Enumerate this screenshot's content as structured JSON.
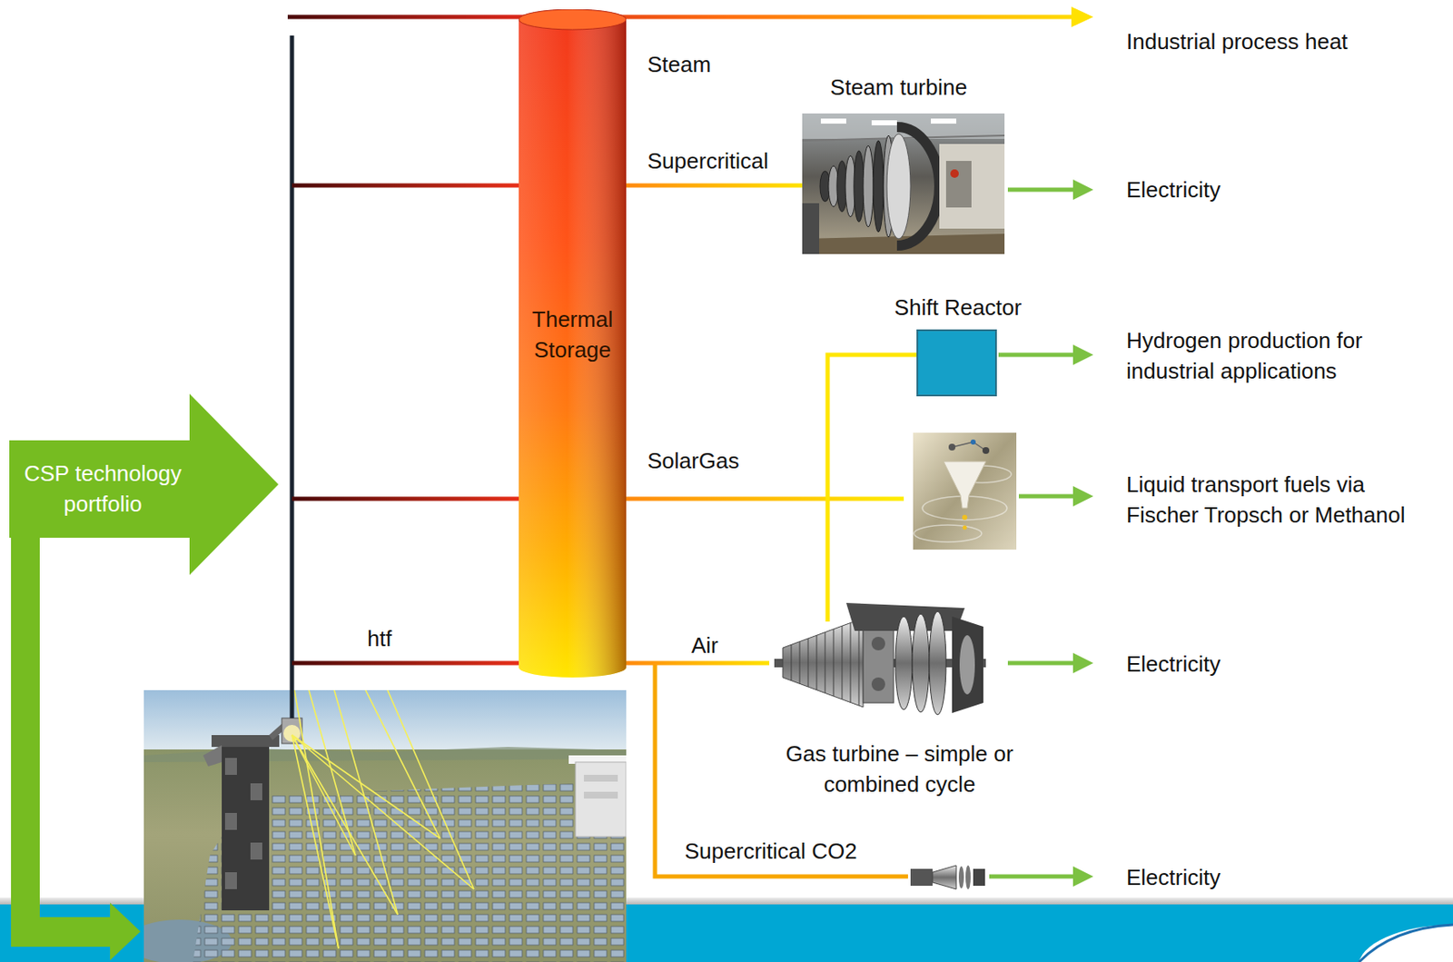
{
  "diagram": {
    "nodes": [
      {
        "text": [
          "CSP technology portfolio"
        ]
      },
      {
        "text": [
          "Thermal Storage"
        ]
      },
      {
        "text": [
          "Steam turbine"
        ]
      },
      {
        "text": [
          "Shift Reactor"
        ]
      },
      {
        "text": [
          "Gas turbine – simple or combined cycle"
        ]
      }
    ],
    "edges": [
      {
        "from": 1,
        "to": 2,
        "arrow": "none",
        "label": "Supercritical"
      },
      {
        "from": 1,
        "to": 4,
        "arrow": "none",
        "label": "Air"
      }
    ],
    "labels": [
      "Industrial process heat",
      "Steam",
      "Electricity",
      "Hydrogen production for industrial applications",
      "SolarGas",
      "Liquid transport fuels via Fischer Tropsch or Methanol",
      "htf",
      "Electricity",
      "Supercritical CO2",
      "Electricity"
    ]
  }
}
